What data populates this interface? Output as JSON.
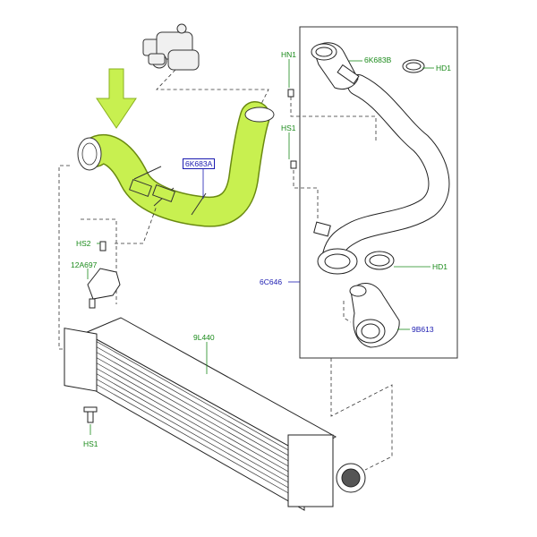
{
  "labels": {
    "hn1": "HN1",
    "hs1_top": "HS1",
    "k683b": "6K683B",
    "hd1_top": "HD1",
    "k683a": "6K683A",
    "hs2": "HS2",
    "a697": "12A697",
    "c646": "6C646",
    "hd1_mid": "HD1",
    "b613": "9B613",
    "l440": "9L440",
    "hs1_bottom": "HS1"
  },
  "colors": {
    "highlight": "#c8f050",
    "highlight_stroke": "#6a8a10",
    "part_line": "#222222",
    "leader_green": "#1a8a1a",
    "leader_blue": "#1a1ab0"
  }
}
